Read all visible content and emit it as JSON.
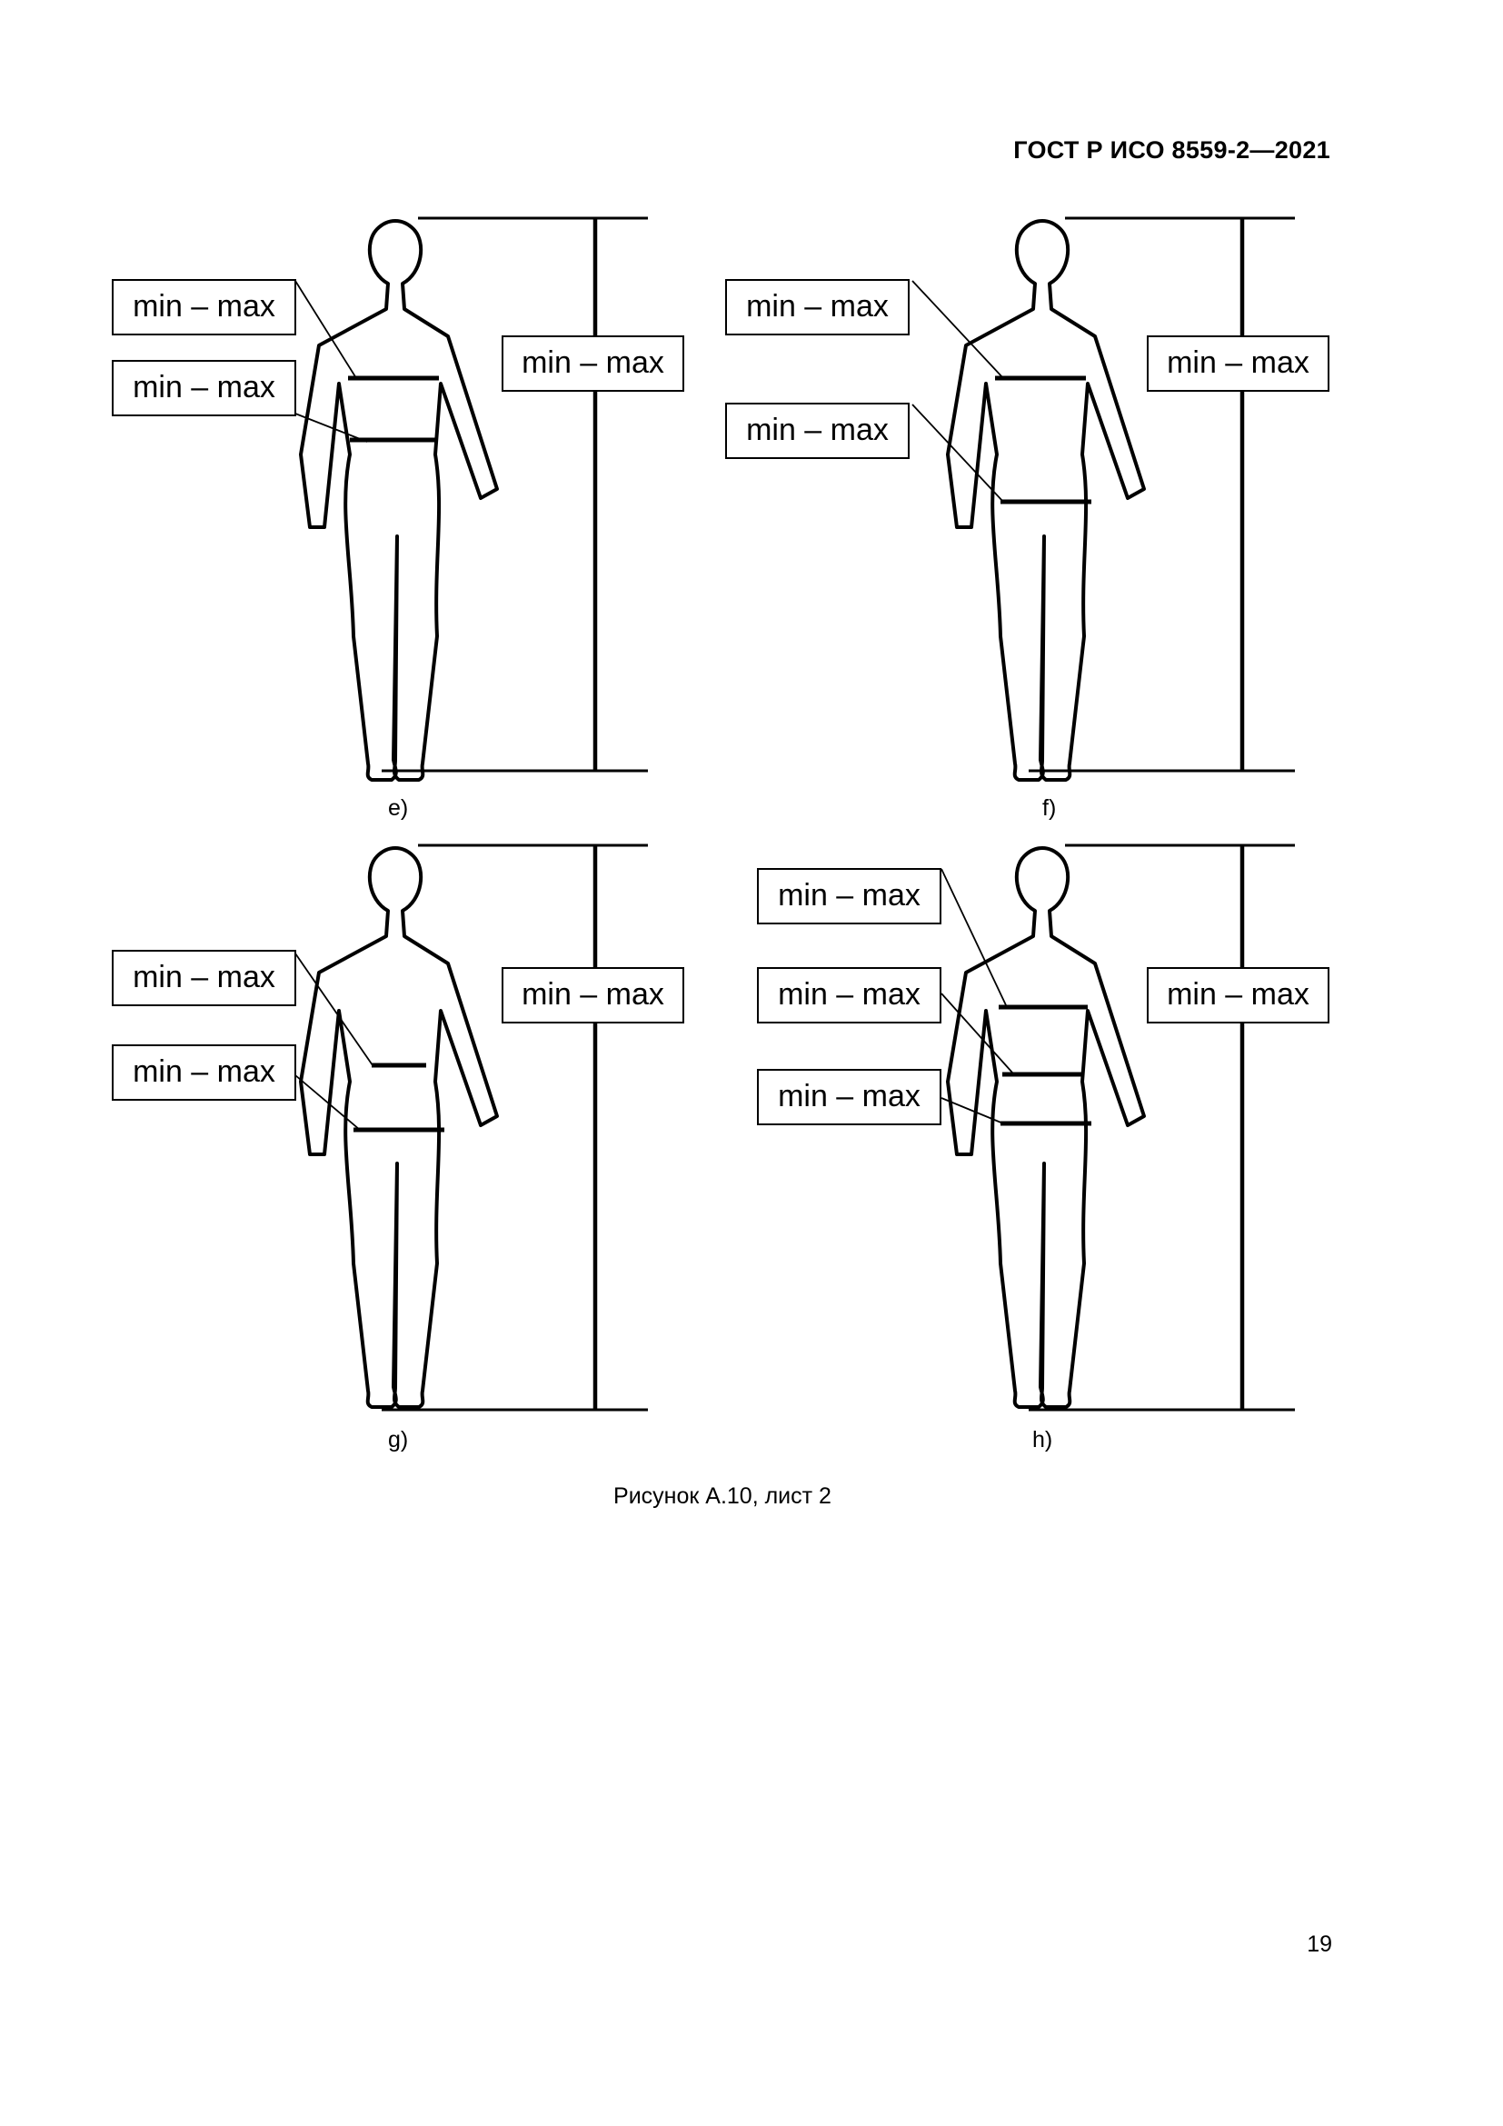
{
  "header": {
    "document_code": "ГОСТ Р ИСО 8559-2—2021"
  },
  "figures": [
    {
      "id": "e",
      "sublabel": "e)",
      "height_label": "min – max",
      "labels": [
        "min – max",
        "min – max"
      ]
    },
    {
      "id": "f",
      "sublabel": "f)",
      "height_label": "min – max",
      "labels": [
        "min – max",
        "min – max"
      ]
    },
    {
      "id": "g",
      "sublabel": "g)",
      "height_label": "min – max",
      "labels": [
        "min – max",
        "min – max"
      ]
    },
    {
      "id": "h",
      "sublabel": "h)",
      "height_label": "min – max",
      "labels": [
        "min – max",
        "min – max",
        "min – max"
      ]
    }
  ],
  "caption": "Рисунок А.10, лист 2",
  "page_number": "19"
}
